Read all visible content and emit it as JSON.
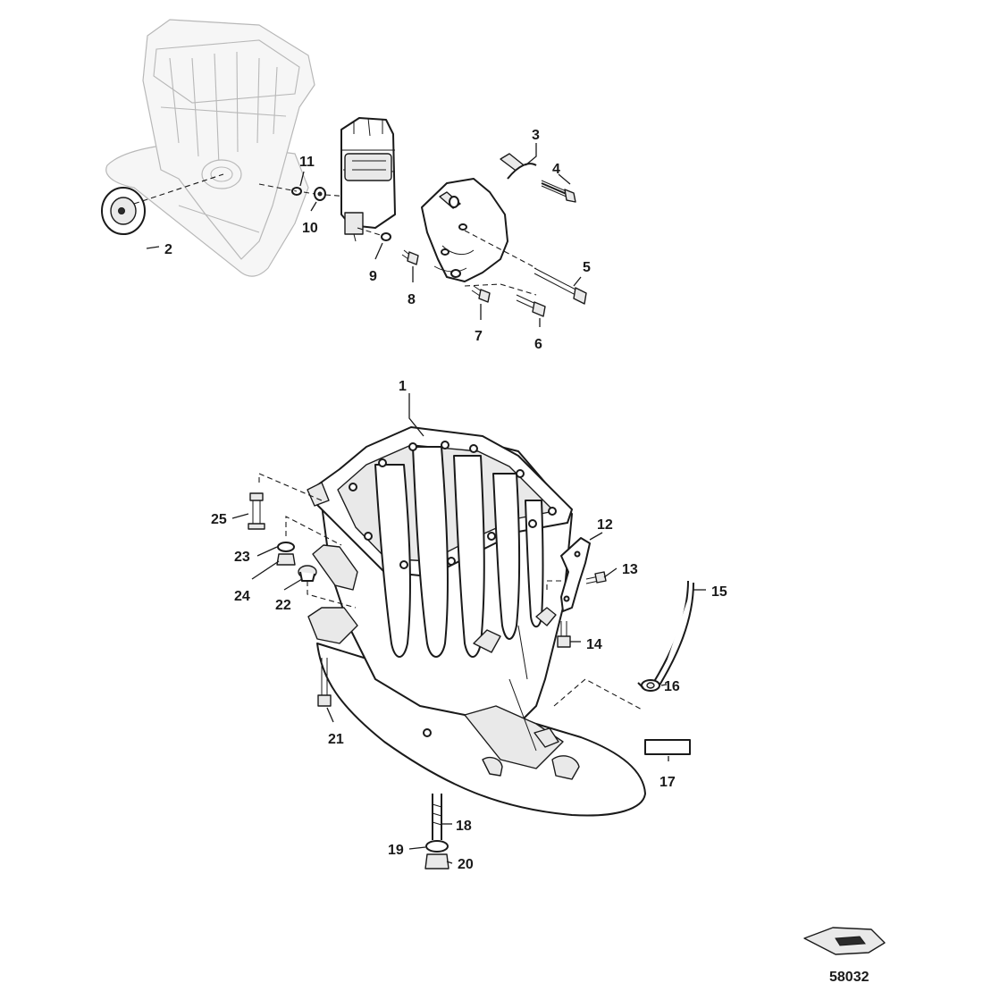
{
  "callouts": [
    {
      "id": "1",
      "label": "1"
    },
    {
      "id": "2",
      "label": "2"
    },
    {
      "id": "3",
      "label": "3"
    },
    {
      "id": "4",
      "label": "4"
    },
    {
      "id": "5",
      "label": "5"
    },
    {
      "id": "6",
      "label": "6"
    },
    {
      "id": "7",
      "label": "7"
    },
    {
      "id": "8",
      "label": "8"
    },
    {
      "id": "9",
      "label": "9"
    },
    {
      "id": "10",
      "label": "10"
    },
    {
      "id": "11",
      "label": "11"
    },
    {
      "id": "12",
      "label": "12"
    },
    {
      "id": "13",
      "label": "13"
    },
    {
      "id": "14",
      "label": "14"
    },
    {
      "id": "15",
      "label": "15"
    },
    {
      "id": "16",
      "label": "16"
    },
    {
      "id": "17",
      "label": "17"
    },
    {
      "id": "18",
      "label": "18"
    },
    {
      "id": "19",
      "label": "19"
    },
    {
      "id": "20",
      "label": "20"
    },
    {
      "id": "21",
      "label": "21"
    },
    {
      "id": "22",
      "label": "22"
    },
    {
      "id": "23",
      "label": "23"
    },
    {
      "id": "24",
      "label": "24"
    },
    {
      "id": "25",
      "label": "25"
    }
  ],
  "reference_number": "58032"
}
